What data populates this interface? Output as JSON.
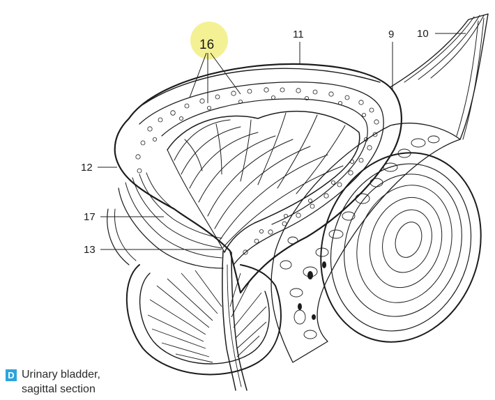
{
  "figure": {
    "label_16": "16",
    "label_11": "11",
    "label_9": "9",
    "label_10": "10",
    "label_12": "12",
    "label_17": "17",
    "label_13": "13",
    "highlight_color": "#f3ef8a",
    "ink_color": "#1c1c1c"
  },
  "caption": {
    "badge": "D",
    "badge_color": "#2ea3dc",
    "line1": "Urinary bladder,",
    "line2": "sagittal section"
  }
}
